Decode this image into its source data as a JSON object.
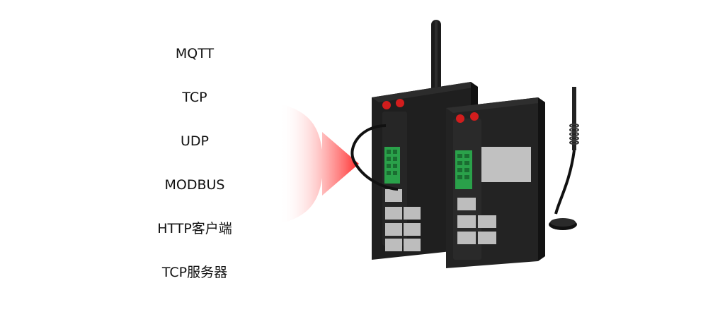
{
  "protocols": [
    "MQTT",
    "TCP",
    "UDP",
    "MODBUS",
    "HTTP客户端",
    "TCP服务器"
  ],
  "colors": {
    "arrow_start": "#ff2a2a",
    "arrow_end": "#ffffff",
    "device_body": "#202020",
    "device_front": "#2b2b2b",
    "connector": "#d21d1d",
    "terminal": "#2aa14a"
  },
  "product_image": {
    "icon": "industrial-router-product-photo"
  }
}
